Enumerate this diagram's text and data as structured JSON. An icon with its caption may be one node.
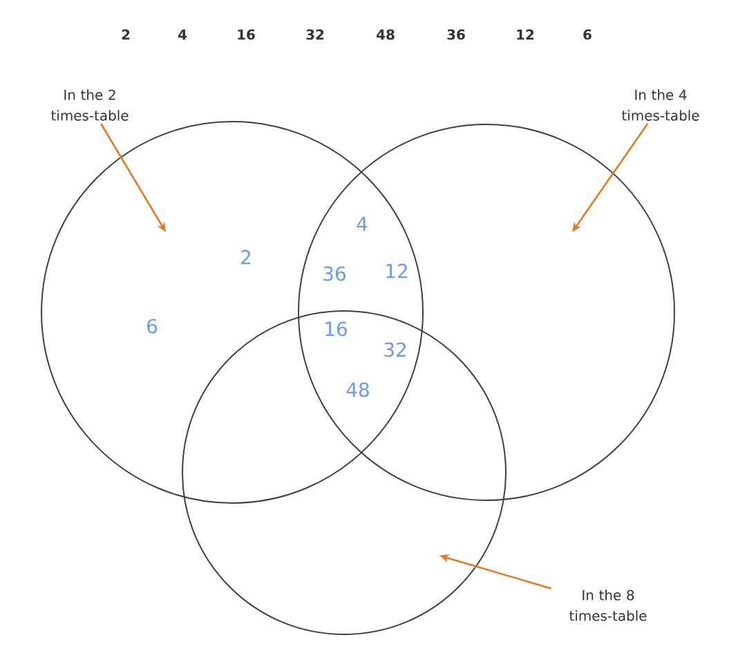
{
  "diagram": {
    "nodes": [
      {
        "text": [],
        "shape": "circle"
      },
      {
        "text": [],
        "shape": "circle"
      },
      {
        "text": [],
        "shape": "circle"
      },
      {
        "text": [
          "In the 2 times-table"
        ]
      },
      {
        "text": [
          "In the 4 times-table"
        ]
      },
      {
        "text": [
          "In the 8 times-table"
        ]
      }
    ],
    "edges": [
      {
        "from": 3,
        "to": 0,
        "arrow": "to",
        "color": "#e87722"
      },
      {
        "from": 4,
        "to": 1,
        "arrow": "to",
        "color": "#e87722"
      },
      {
        "from": 5,
        "to": 2,
        "arrow": "to",
        "color": "#e87722"
      }
    ],
    "labels": [
      "2",
      "4",
      "16",
      "32",
      "48",
      "36",
      "12",
      "6",
      "2",
      "6",
      "4",
      "36",
      "12",
      "16",
      "32",
      "48"
    ]
  }
}
